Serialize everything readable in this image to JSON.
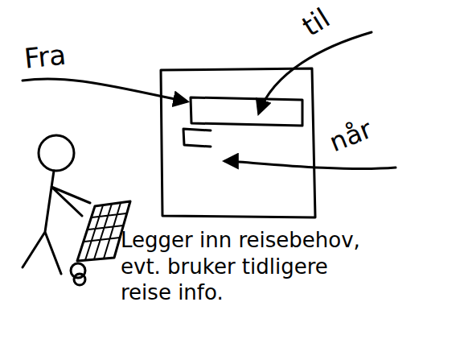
{
  "diagram": {
    "labels": [
      "Fra",
      "til",
      "når",
      "Legger inn reisebehov, evt. bruker tidligere reise info."
    ]
  }
}
